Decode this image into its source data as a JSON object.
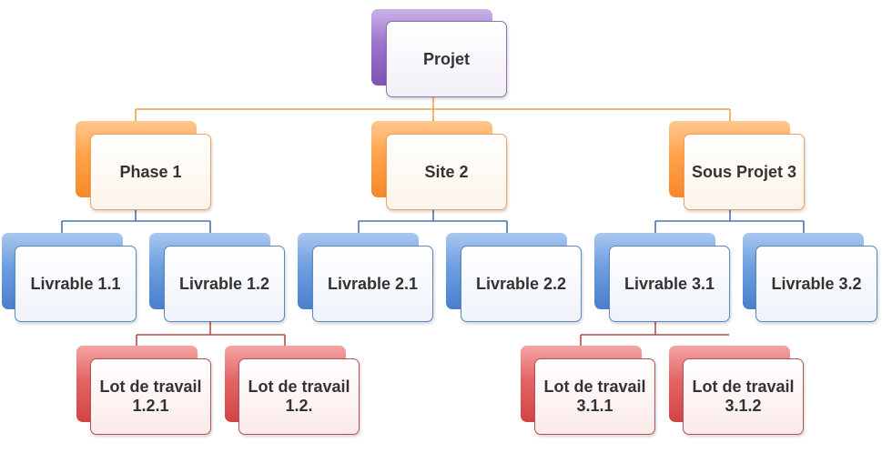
{
  "diagram": {
    "root": "Projet",
    "level1": [
      "Phase 1",
      "Site 2",
      "Sous Projet 3"
    ],
    "level2": [
      "Livrable 1.1",
      "Livrable 1.2",
      "Livrable 2.1",
      "Livrable 2.2",
      "Livrable 3.1",
      "Livrable 3.2"
    ],
    "level3": [
      "Lot de travail 1.2.1",
      "Lot de travail 1.2.",
      "Lot de travail 3.1.1",
      "Lot de travail 3.1.2"
    ]
  },
  "colors": {
    "root": "#8e71b4",
    "level1": "#f7882a",
    "level2": "#4a7fcf",
    "level3": "#d24444",
    "connector_root": "#f0a050",
    "connector_level1": "#4a73b0",
    "connector_level2": "#b94a4a"
  }
}
